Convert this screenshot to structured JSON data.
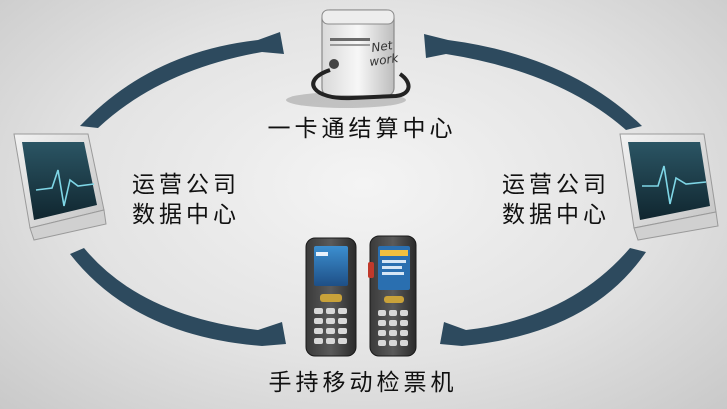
{
  "diagram": {
    "nodes": {
      "settlement_center": {
        "label": "一卡通结算中心",
        "icon": "network-server-icon"
      },
      "data_center_left": {
        "label_line1": "运营公司",
        "label_line2": "数据中心",
        "icon": "monitor-icon"
      },
      "data_center_right": {
        "label_line1": "运营公司",
        "label_line2": "数据中心",
        "icon": "monitor-icon"
      },
      "handheld_devices": {
        "label": "手持移动检票机",
        "icon": "handheld-terminal-icon"
      }
    },
    "server_badge": "Net work",
    "colors": {
      "arrow": "#2d4a5e",
      "background": "#e6e6e6",
      "screen": "#1d3a47",
      "waveform": "#7fd6e6"
    }
  }
}
